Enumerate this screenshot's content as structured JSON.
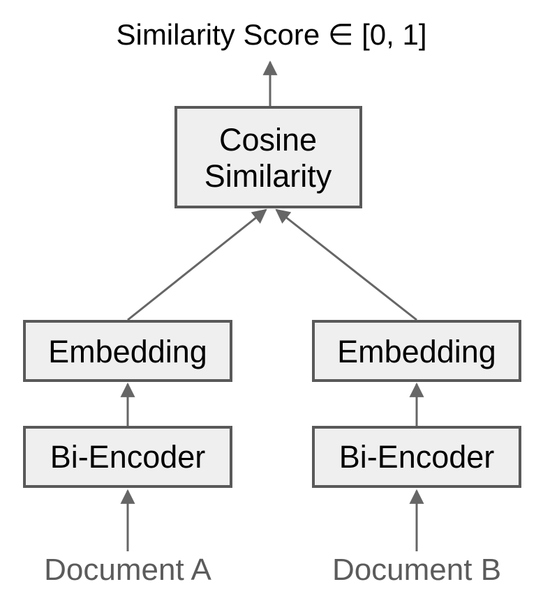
{
  "diagram": {
    "output_label": "Similarity Score ∈ [0, 1]",
    "nodes": {
      "cosine_similarity": {
        "line1": "Cosine",
        "line2": "Similarity"
      },
      "embedding_a": {
        "label": "Embedding"
      },
      "embedding_b": {
        "label": "Embedding"
      },
      "bi_encoder_a": {
        "label": "Bi-Encoder"
      },
      "bi_encoder_b": {
        "label": "Bi-Encoder"
      }
    },
    "inputs": {
      "document_a": {
        "label": "Document A"
      },
      "document_b": {
        "label": "Document B"
      }
    },
    "colors": {
      "background": "#ffffff",
      "box_fill": "#efefef",
      "box_border": "#595959",
      "arrow": "#666666",
      "label_text": "#000000",
      "input_text": "#5b5b5b"
    }
  }
}
